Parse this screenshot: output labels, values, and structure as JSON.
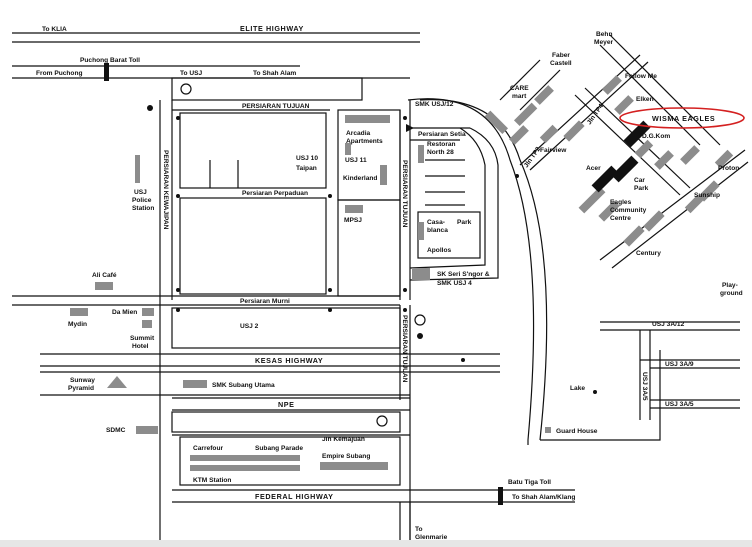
{
  "highways": {
    "elite": "ELITE HIGHWAY",
    "kesas": "KESAS HIGHWAY",
    "npe": "NPE",
    "federal": "FEDERAL HIGHWAY"
  },
  "roads": {
    "persiaran_tujuan": "PERSIARAN TUJUAN",
    "persiaran_kewajipan": "PERSIARAN KEWAJIPAN",
    "persiaran_tujuan_v": "PERSIARAN TUJUAN",
    "persiaran_tujuan_v2": "PERSIARAN TUJUAN",
    "persiaran_perpaduan": "Persiaran  Perpaduan",
    "persiaran_murni": "Persiaran  Murni",
    "persiaran_setia": "Persiaran  Setia",
    "jln_tp2": "Jln TP2",
    "jln_tp4": "Jln TP4",
    "jin_kemajuan": "Jin Kemajuan",
    "usj_3a_12": "USJ 3A/12",
    "usj_3a_9": "USJ 3A/9",
    "usj_3a_5": "USJ 3A/5",
    "usj_3a_v": "USJ 3A/5"
  },
  "directions": {
    "to_klia": "To KLIA",
    "puchong_barat_toll": "Puchong Barat Toll",
    "from_puchong": "From Puchong",
    "to_usj": "To USJ",
    "to_shah_alam": "To Shah Alam",
    "batu_tiga_toll": "Batu Tiga Toll",
    "to_shah_alam_klang": "To Shah Alam/Klang",
    "to": "To",
    "glenmarie": "Glenmarie"
  },
  "areas": {
    "usj10": "USJ 10",
    "taipan": "Taipan",
    "usj11": "USJ 11",
    "usj2": "USJ 2"
  },
  "places": {
    "arcadia": "Arcadia",
    "apartments": "Apartments",
    "kinderland": "Kinderland",
    "mpsj": "MPSJ",
    "restoran": "Restoran",
    "north28": "North 28",
    "casa": "Casa-",
    "blanca": "blanca",
    "park": "Park",
    "apollos": "Apollos",
    "smk_usj12": "SMK USJ/12",
    "sk_seri": "SK Seri S'ngor &",
    "smk_usj4": "SMK USJ 4",
    "usj_police": "USJ",
    "police": "Police",
    "station": "Station",
    "ali_cafe": "Ali Café",
    "da_mien": "Da Mien",
    "mydin": "Mydin",
    "summit": "Summit",
    "hotel": "Hotel",
    "sunway": "Sunway",
    "pyramid": "Pyramid",
    "smk_subang": "SMK Subang Utama",
    "sdmc": "SDMC",
    "carrefour": "Carrefour",
    "subang_parade": "Subang Parade",
    "empire_subang": "Empire Subang",
    "ktm_station": "KTM Station",
    "guard_house": "Guard House",
    "lake": "Lake",
    "playground_1": "Play-",
    "playground_2": "ground",
    "behn": "Behn",
    "meyer": "Meyer",
    "faber": "Faber",
    "castell": "Castell",
    "care": "CARE",
    "mart": "mart",
    "follow_me": "Follow Me",
    "elken": "Elken",
    "fairview": "Fairview",
    "wisma_eagles": "WISMA EAGLES",
    "dg_kom": "D.G.Kom",
    "acer": "Acer",
    "car": "Car",
    "park2": "Park",
    "eagles": "Eagles",
    "community": "Community",
    "centre": "Centre",
    "proton": "Proton",
    "sunship": "Sunship",
    "century": "Century"
  },
  "colors": {
    "building": "#8c8c8c",
    "highlight": "#111111",
    "marker_ring": "#d42020"
  }
}
